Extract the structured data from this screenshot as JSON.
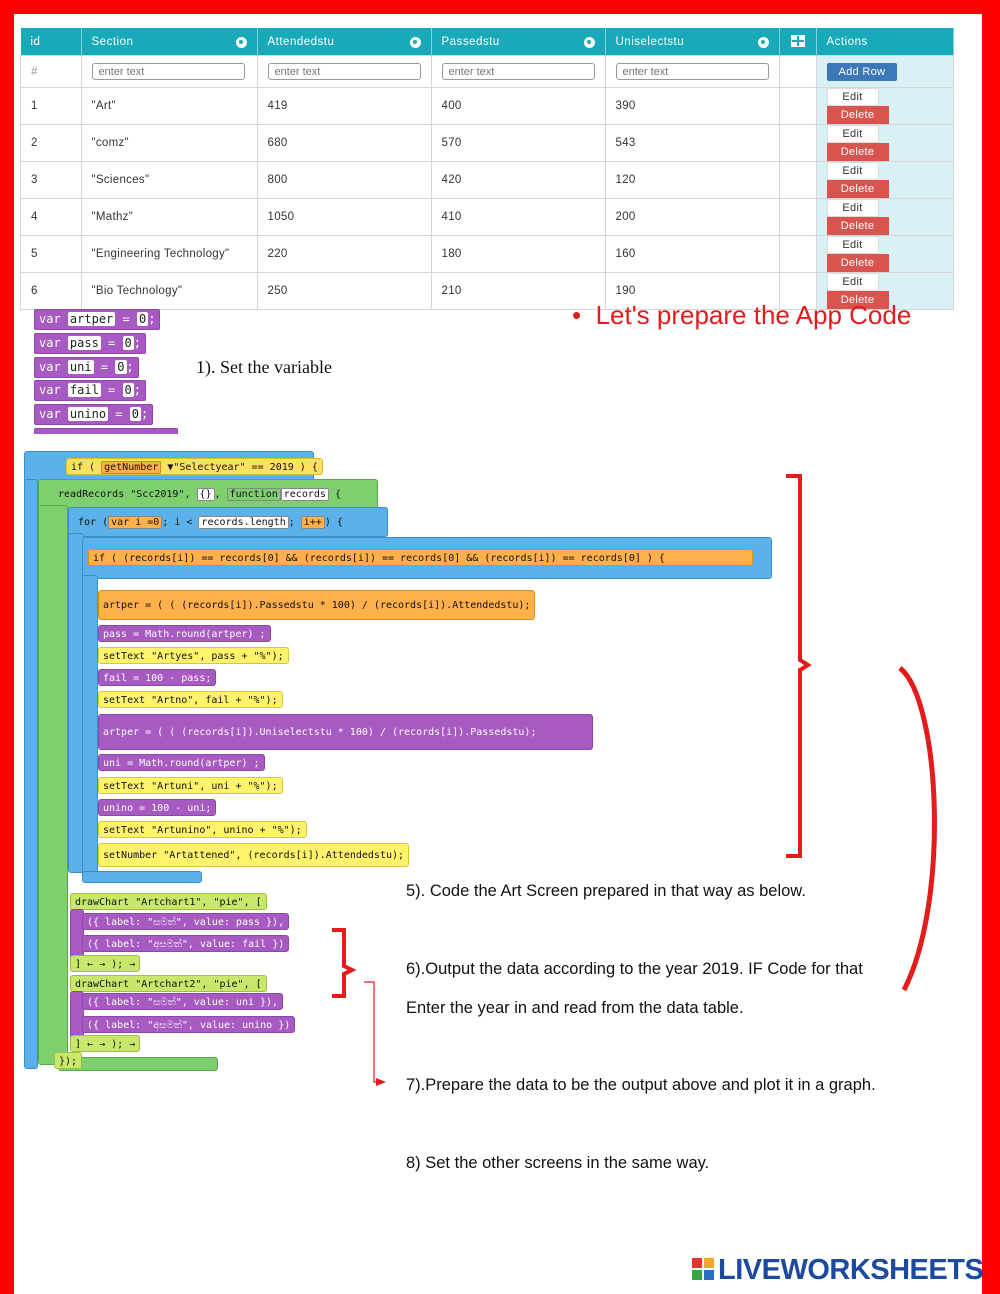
{
  "table": {
    "headers": [
      "id",
      "Section",
      "Attendedstu",
      "Passedstu",
      "Uniselectstu",
      "",
      "Actions"
    ],
    "input_row": {
      "id": "#",
      "placeholder": "enter text",
      "add_label": "Add Row"
    },
    "rows": [
      [
        "1",
        "\"Art\"",
        "419",
        "400",
        "390"
      ],
      [
        "2",
        "\"comz\"",
        "680",
        "570",
        "543"
      ],
      [
        "3",
        "\"Sciences\"",
        "800",
        "420",
        "120"
      ],
      [
        "4",
        "\"Mathz\"",
        "1050",
        "410",
        "200"
      ],
      [
        "5",
        "\"Engineering Technology\"",
        "220",
        "180",
        "160"
      ],
      [
        "6",
        "\"Bio Technology\"",
        "250",
        "210",
        "190"
      ]
    ],
    "edit_label": "Edit",
    "delete_label": "Delete"
  },
  "var_blocks": [
    {
      "kw": "var",
      "name": "artper",
      "val": "0"
    },
    {
      "kw": "var",
      "name": "pass",
      "val": "0"
    },
    {
      "kw": "var",
      "name": "uni",
      "val": "0"
    },
    {
      "kw": "var",
      "name": "fail",
      "val": "0"
    },
    {
      "kw": "var",
      "name": "unino",
      "val": "0"
    }
  ],
  "title": "Let's prepare the App Code",
  "step1": "1). Set the variable",
  "code_lines": {
    "if_year": [
      "getNumber",
      "\"Selectyear\"",
      "== 2019"
    ],
    "read": [
      "readRecords",
      "\"Scc2019\"",
      "{}",
      "function",
      "records"
    ],
    "for": [
      "for",
      "var i =0",
      "i <",
      "records.length",
      "i++"
    ],
    "if_rec": "if ( (records[i]) == records[0] && (records[i]) == records[0] && (records[i]) == records[0] ) {",
    "artper1": "artper = ( ( (records[i]).Passedstu * 100) / (records[i]).Attendedstu);",
    "pass": "pass = Math.round(artper) ;",
    "set1": "setText \"Artyes\", pass + \"%\");",
    "fail": "fail = 100 - pass;",
    "set2": "setText \"Artno\", fail + \"%\");",
    "artper2": "artper = ( ( (records[i]).Uniselectstu * 100) / (records[i]).Passedstu);",
    "uni": "uni = Math.round(artper) ;",
    "set3": "setText \"Artuni\", uni + \"%\");",
    "unino": "unino = 100 - uni;",
    "set4": "setText \"Artunino\", unino + \"%\");",
    "setnum": "setNumber \"Artattened\", (records[i]).Attendedstu);",
    "draw1": "drawChart \"Artchart1\", \"pie\", [",
    "d1a": "({ label: \"සමත්\", value: pass }),",
    "d1b": "({ label: \"අසමත්\", value: fail })",
    "close1": "] ← → ); →",
    "draw2": "drawChart \"Artchart2\", \"pie\", [",
    "d2a": "({ label: \"සමත්\", value: uni }),",
    "d2b": "({ label: \"අසමත්\", value: unino })",
    "close2": "] ← → ); →",
    "end": "});"
  },
  "steps": {
    "s5": "5). Code the Art Screen prepared in that way as below.",
    "s6a": "6).Output the data according to the year 2019. IF Code for that",
    "s6b": "Enter the year in and read from the data table.",
    "s7": "7).Prepare the data to be the output above and plot it in a graph.",
    "s8": "8) Set the other screens in the same way."
  },
  "logo": "LIVEWORKSHEETS",
  "colors": {
    "frame": "#ff0000",
    "header": "#18aab8",
    "delete": "#d9534f",
    "add": "#3c77b7",
    "title": "#e31b1b"
  }
}
